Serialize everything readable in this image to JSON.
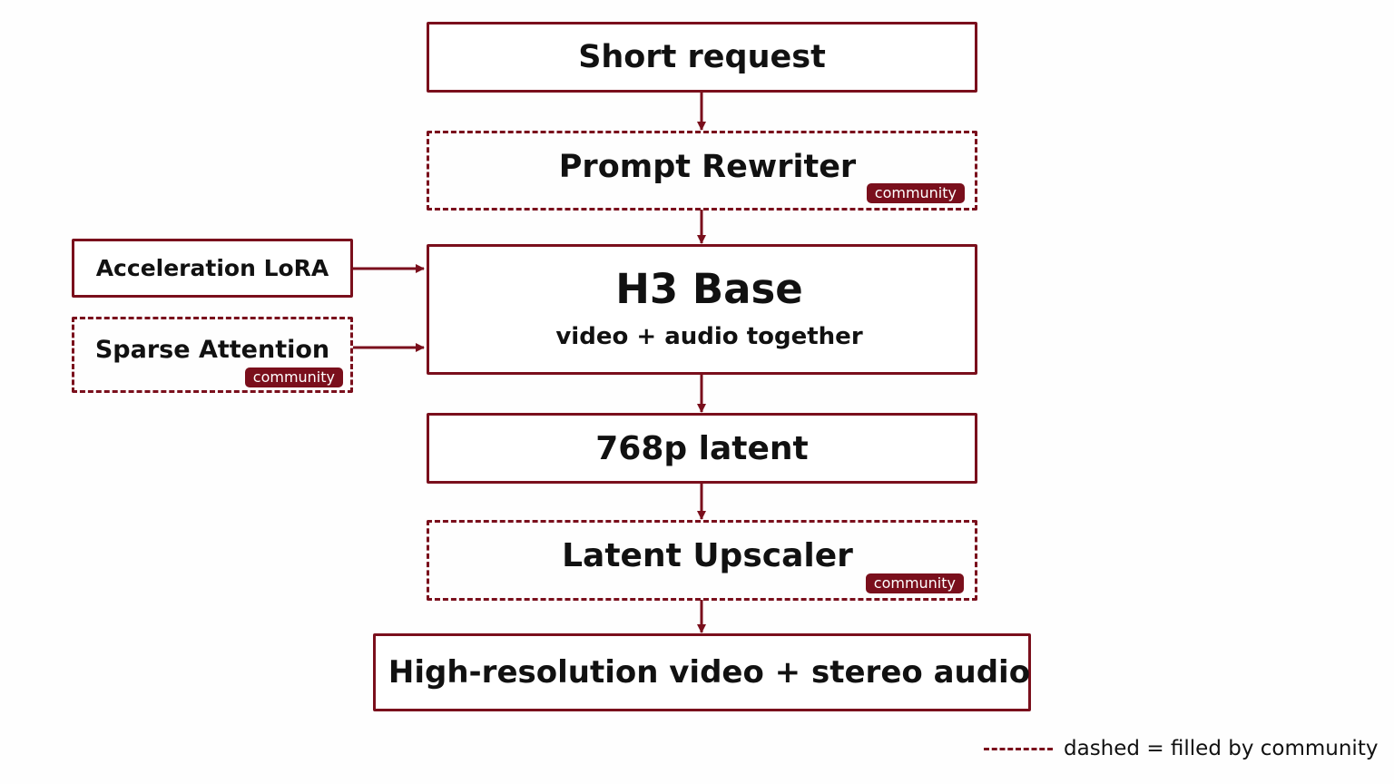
{
  "nodes": {
    "short_request": {
      "title": "Short request"
    },
    "prompt_rewriter": {
      "title": "Prompt Rewriter",
      "badge": "community"
    },
    "acceleration_lora": {
      "title": "Acceleration LoRA"
    },
    "sparse_attention": {
      "title": "Sparse Attention",
      "badge": "community"
    },
    "h3_base": {
      "title": "H3 Base",
      "subtitle": "video + audio together"
    },
    "latent_768p": {
      "title": "768p latent"
    },
    "latent_upscaler": {
      "title": "Latent Upscaler",
      "badge": "community"
    },
    "output": {
      "title": "High-resolution video + stereo audio"
    }
  },
  "legend": {
    "text": "dashed = filled by community"
  },
  "colors": {
    "accent": "#7a0f1c",
    "background": "#fefefe",
    "text": "#111111"
  }
}
